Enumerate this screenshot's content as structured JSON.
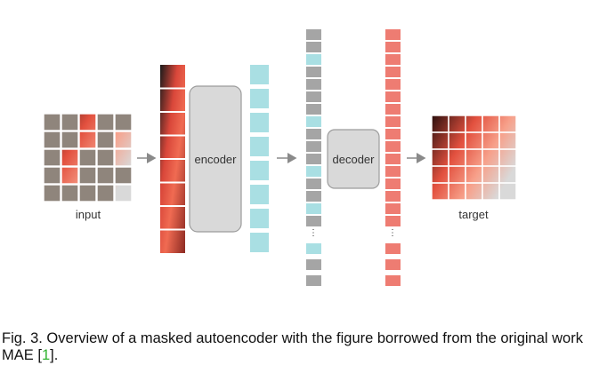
{
  "figure": {
    "input_label": "input",
    "encoder_label": "encoder",
    "decoder_label": "decoder",
    "target_label": "target",
    "ellipsis": "⋮",
    "colors": {
      "mask_gray": "#8f857c",
      "token_cyan": "#a9dfe3",
      "token_gray": "#a5a5a5",
      "pred_red": "#ee7c72",
      "block_fill": "#d9d9d9",
      "block_stroke": "#9c9c9c",
      "arrow": "#8a8a8a"
    }
  },
  "caption": {
    "prefix": "Fig. 3. Overview of a masked autoencoder with the figure borrowed from the original work MAE [",
    "ref": "1",
    "suffix": "]."
  }
}
